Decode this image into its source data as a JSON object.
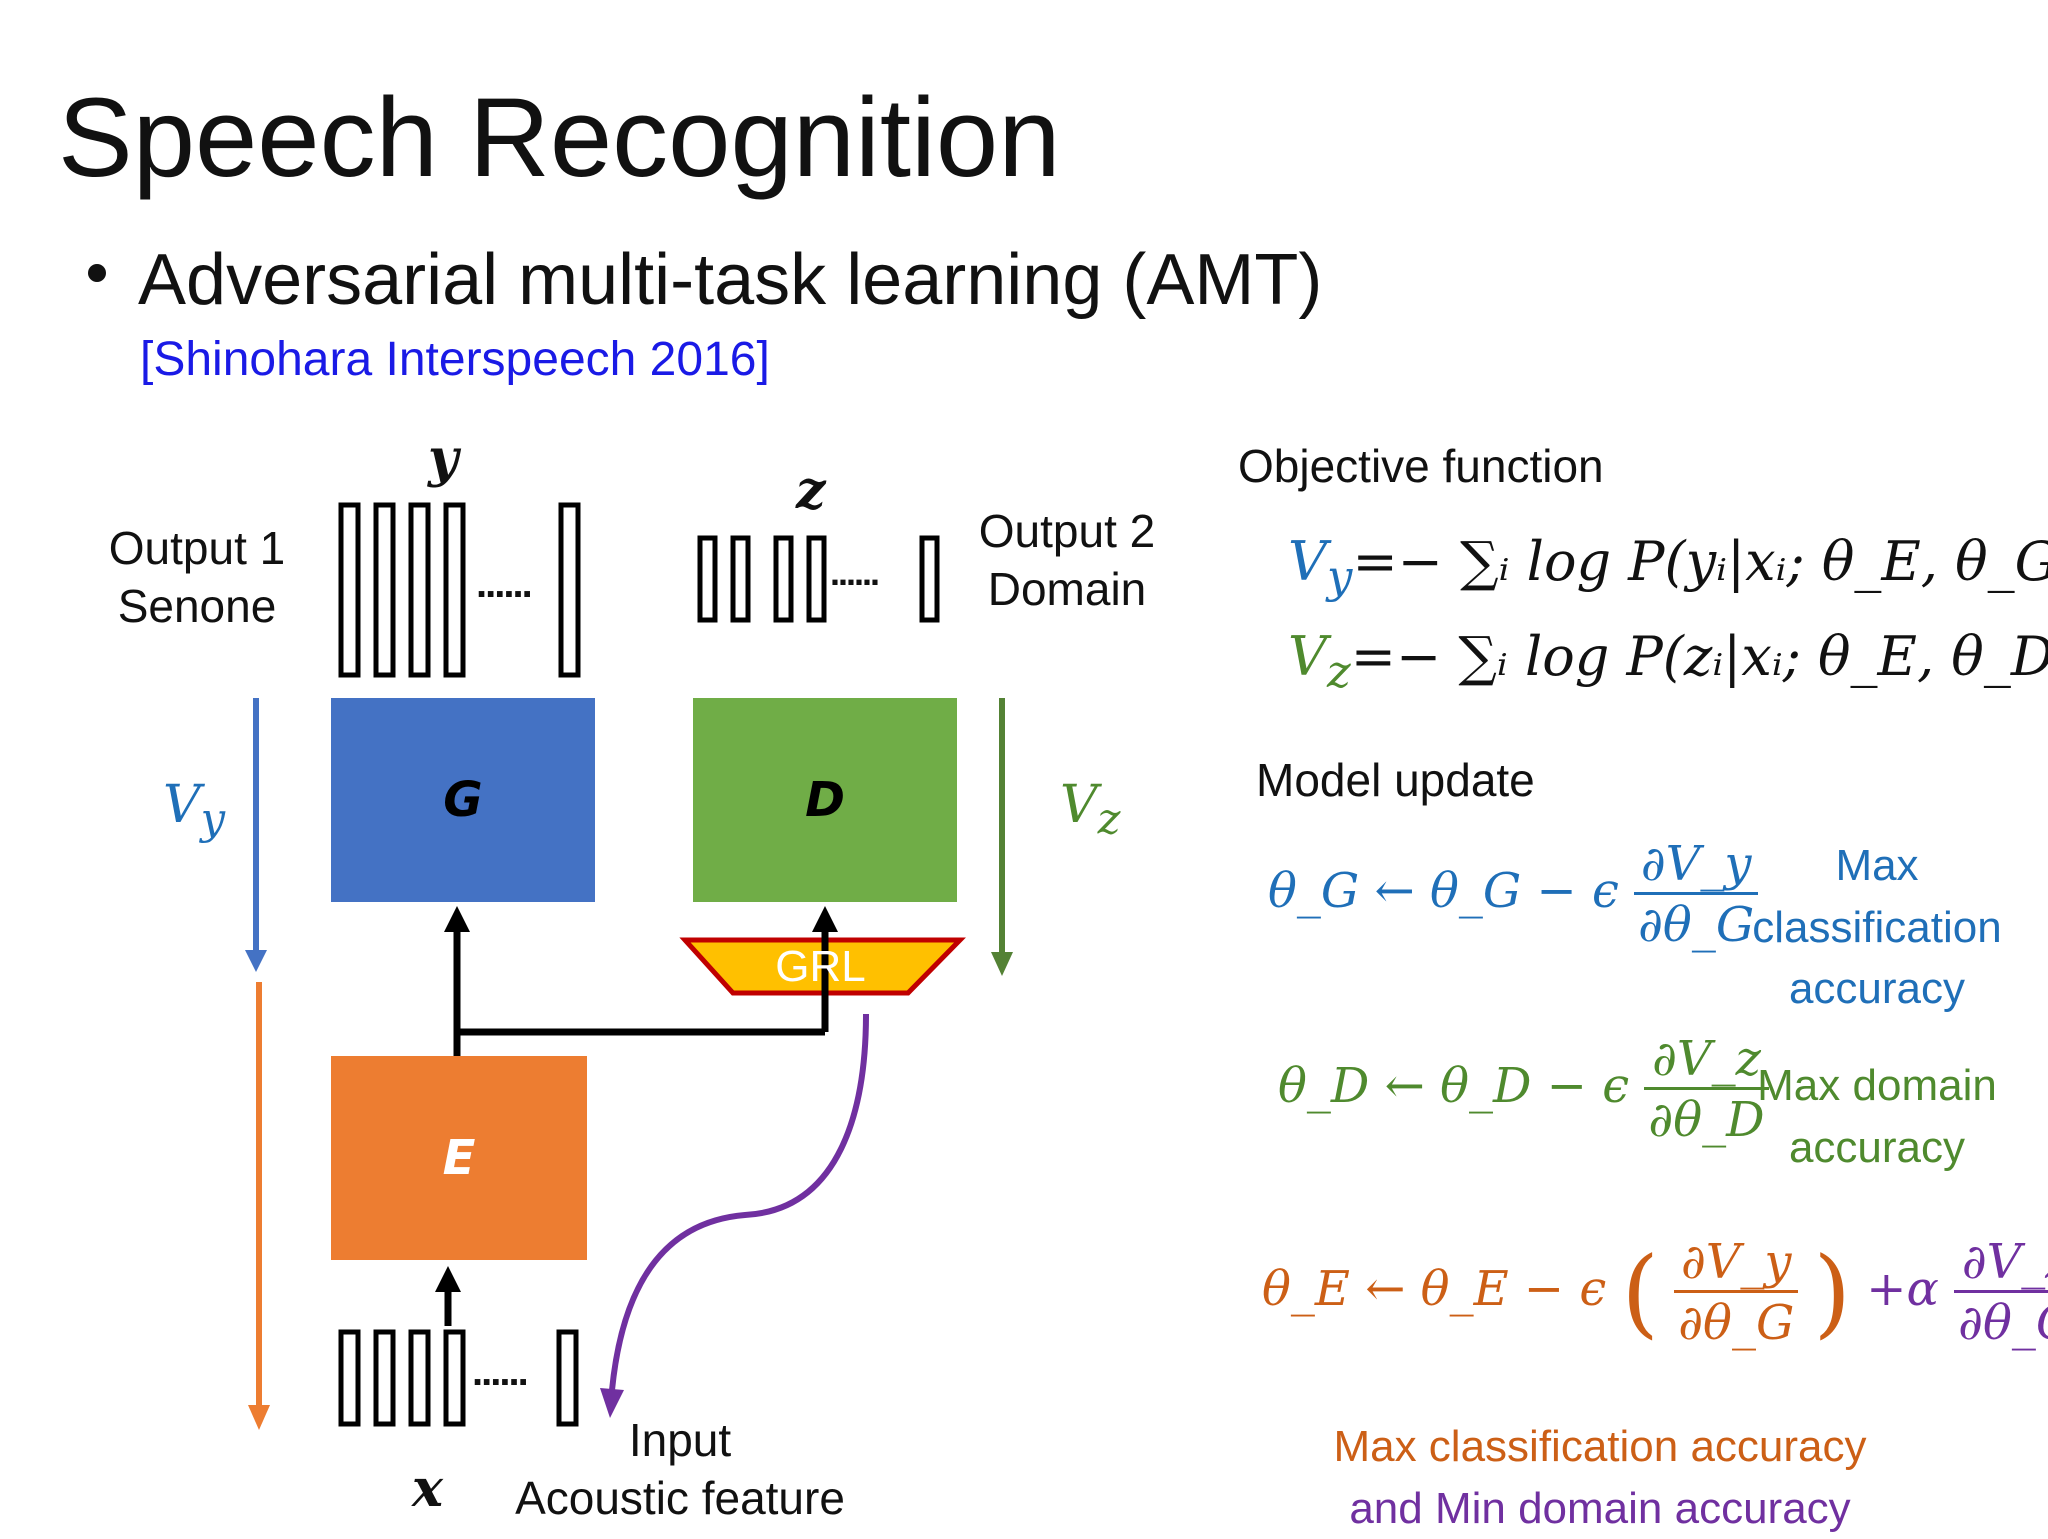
{
  "slide": {
    "title": "Speech Recognition",
    "bullet": "Adversarial multi-task learning (AMT)",
    "citation": "[Shinohara Interspeech 2016]"
  },
  "diagram": {
    "y_label": "y",
    "z_label": "z",
    "x_label": "x",
    "output1": "Output 1",
    "senone": "Senone",
    "output2": "Output 2",
    "domain": "Domain",
    "input": "Input",
    "acoustic_feature": "Acoustic feature",
    "G_label": "G",
    "D_label": "D",
    "E_label": "E",
    "grl_label": "GRL",
    "vy_label": "V",
    "vy_sub": "y",
    "vz_label": "V",
    "vz_sub": "z",
    "dots": "......"
  },
  "equations": {
    "objective_heading": "Objective function",
    "vy_V": "V",
    "vy_sub": "y",
    "vy_rhs": "=− ∑ᵢ log P(yᵢ|xᵢ; θ_E, θ_G)",
    "vz_V": "V",
    "vz_sub": "z",
    "vz_rhs": "=− ∑ᵢ log P(zᵢ|xᵢ; θ_E, θ_D)",
    "update_heading": "Model update",
    "g_lhs": "θ_G ← θ_G − ϵ",
    "g_num": "∂V_y",
    "g_den": "∂θ_G",
    "d_lhs": "θ_D ← θ_D − ϵ",
    "d_num": "∂V_z",
    "d_den": "∂θ_D",
    "e_lhs": "θ_E ← θ_E − ϵ",
    "e_num1": "∂V_y",
    "e_den1": "∂θ_G",
    "e_plus": "+α",
    "e_num2": "∂V_z",
    "e_den2": "∂θ_G"
  },
  "notes": {
    "g_note_1": "Max",
    "g_note_2": "classification",
    "g_note_3": "accuracy",
    "d_note_1": "Max domain",
    "d_note_2": "accuracy",
    "e_note_1": "Max classification accuracy",
    "e_note_2": "and Min domain accuracy"
  },
  "colors": {
    "G_box": "#4472c4",
    "D_box": "#70ad47",
    "E_box": "#ed7d31",
    "grl_fill": "#ffc000",
    "grl_border": "#c00000",
    "vy_arrow": "#4472c4",
    "vz_arrow": "#548235",
    "e_arrow": "#ed7d31",
    "reverse_arrow": "#7030a0"
  }
}
